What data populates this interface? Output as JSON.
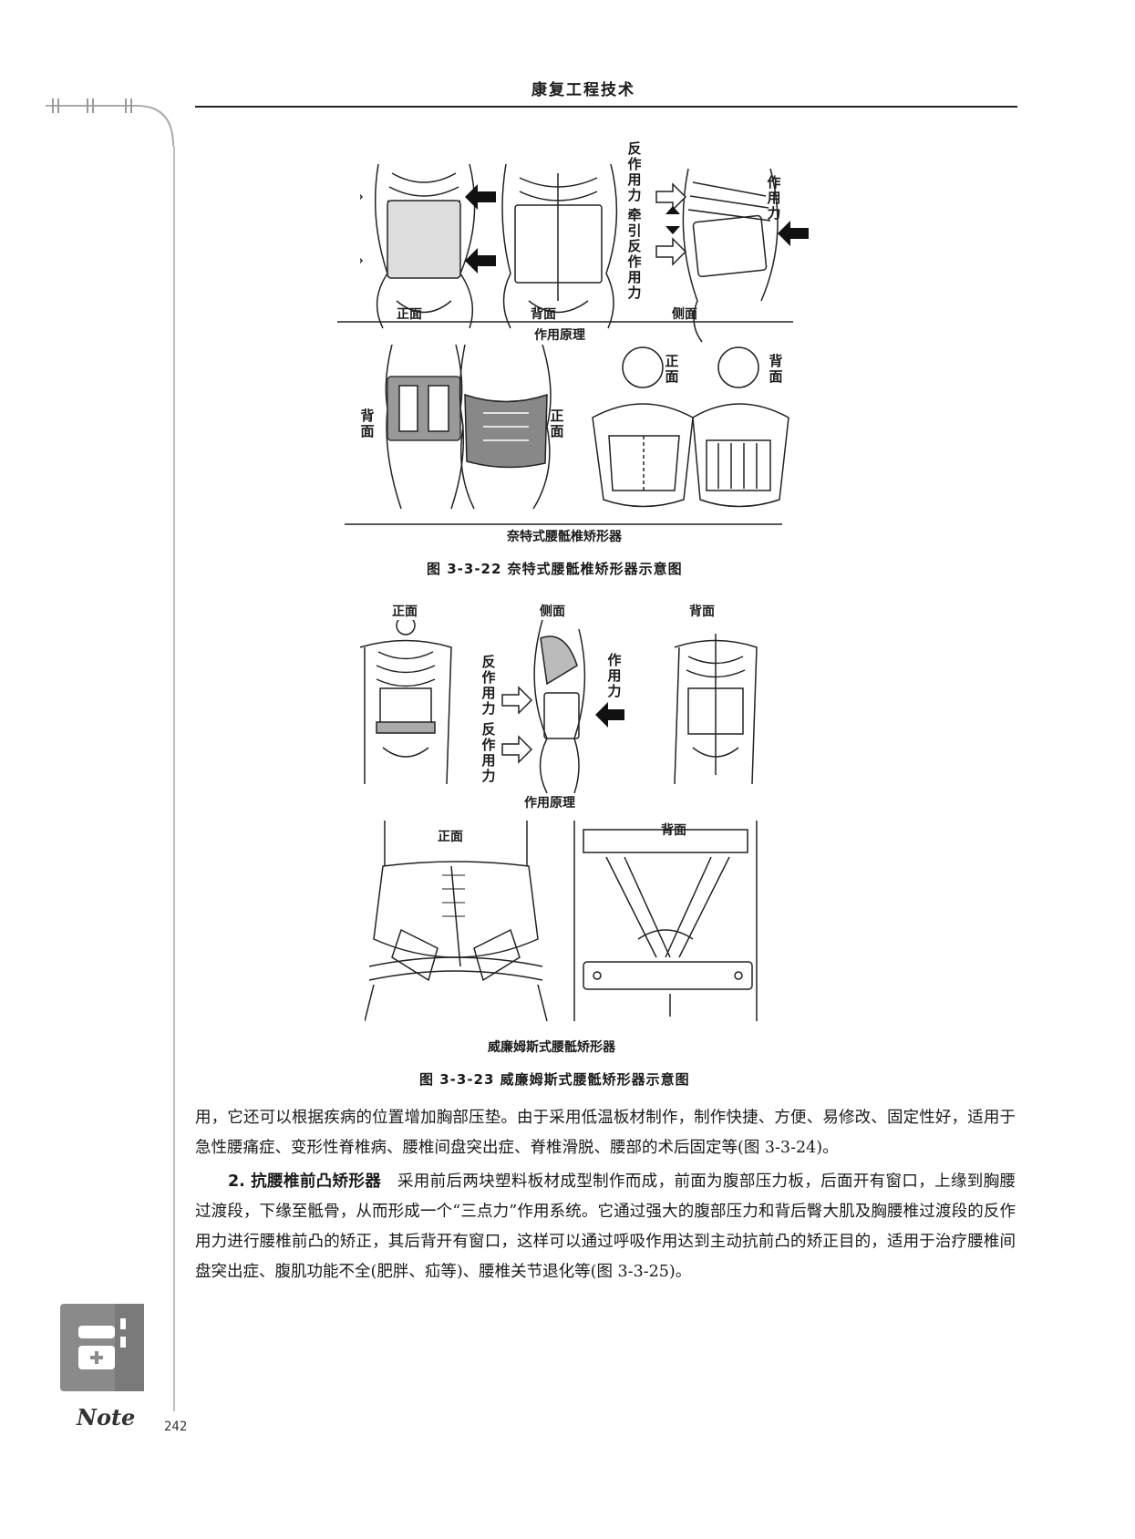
{
  "header": {
    "title": "康复工程技术"
  },
  "figure1": {
    "top": {
      "labels": {
        "front": "正面",
        "back": "背面",
        "side": "侧面"
      },
      "counter_force": "反作用力",
      "traction": "牵引",
      "force": "作用力",
      "section_caption": "作用原理"
    },
    "bottom": {
      "labels": {
        "back": "背面",
        "front": "正面",
        "front2": "正面",
        "back2": "背面"
      },
      "section_caption": "奈特式腰骶椎矫形器"
    },
    "caption": "图 3-3-22   奈特式腰骶椎矫形器示意图"
  },
  "figure2": {
    "top": {
      "labels": {
        "front": "正面",
        "side": "侧面",
        "back": "背面"
      },
      "counter_force": "反作用力",
      "force": "作用力",
      "section_caption": "作用原理"
    },
    "bottom": {
      "labels": {
        "front": "正面",
        "back": "背面"
      },
      "section_caption": "威廉姆斯式腰骶矫形器"
    },
    "caption": "图 3-3-23   威廉姆斯式腰骶矫形器示意图"
  },
  "body": {
    "para1": "用，它还可以根据疾病的位置增加胸部压垫。由于采用低温板材制作，制作快捷、方便、易修改、固定性好，适用于急性腰痛症、变形性脊椎病、腰椎间盘突出症、脊椎滑脱、腰部的术后固定等(图 3-3-24)。",
    "para2_head": "2. 抗腰椎前凸矫形器",
    "para2_text": "　采用前后两块塑料板材成型制作而成，前面为腹部压力板，后面开有窗口，上缘到胸腰过渡段，下缘至骶骨，从而形成一个“三点力”作用系统。它通过强大的腹部压力和背后臀大肌及胸腰椎过渡段的反作用力进行腰椎前凸的矫正，其后背开有窗口，这样可以通过呼吸作用达到主动抗前凸的矫正目的，适用于治疗腰椎间盘突出症、腹肌功能不全(肥胖、疝等)、腰椎关节退化等(图 3-3-25)。"
  },
  "sidebar": {
    "note_label": "Note"
  },
  "footer": {
    "page_number": "242"
  }
}
